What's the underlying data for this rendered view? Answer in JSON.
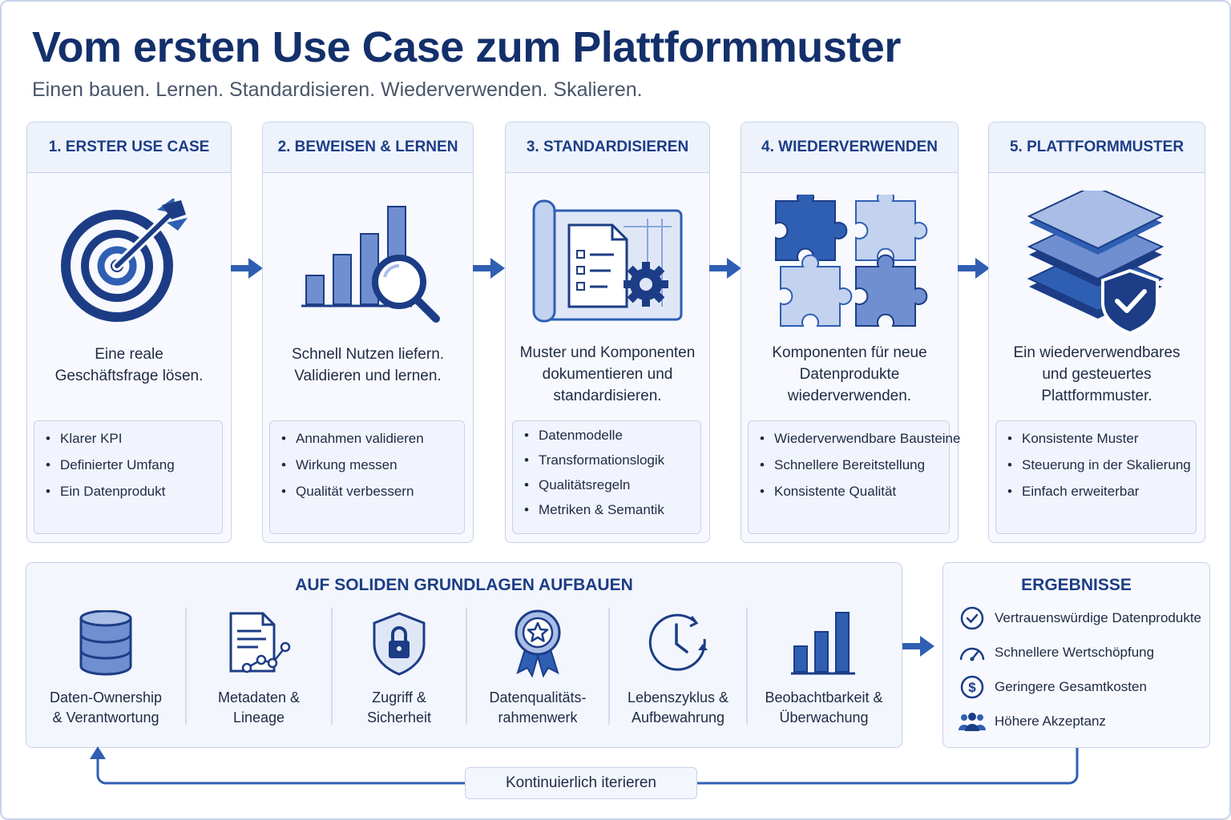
{
  "title": "Vom ersten Use Case zum Plattformmuster",
  "subtitle": "Einen bauen. Lernen. Standardisieren. Wiederverwenden. Skalieren.",
  "colors": {
    "primary": "#1c3d86",
    "accent": "#2f5fb3",
    "light_fill": "#a9bde6",
    "panel": "#f7f9fe",
    "border": "#c6d2ea"
  },
  "stages": [
    {
      "heading": "1. ERSTER USE CASE",
      "icon": "target-arrow-icon",
      "desc": [
        "Eine reale",
        "Geschäftsfrage lösen."
      ],
      "bullets": [
        "Klarer KPI",
        "Definierter Umfang",
        "Ein Datenprodukt"
      ]
    },
    {
      "heading": "2. BEWEISEN & LERNEN",
      "icon": "chart-magnifier-icon",
      "desc": [
        "Schnell Nutzen liefern.",
        "Validieren und lernen."
      ],
      "bullets": [
        "Annahmen validieren",
        "Wirkung messen",
        "Qualität verbessern"
      ]
    },
    {
      "heading": "3. STANDARDISIEREN",
      "icon": "blueprint-document-gear-icon",
      "desc": [
        "Muster und Komponenten",
        "dokumentieren und",
        "standardisieren."
      ],
      "bullets": [
        "Datenmodelle",
        "Transformationslogik",
        "Qualitätsregeln",
        "Metriken & Semantik"
      ]
    },
    {
      "heading": "4. WIEDERVERWENDEN",
      "icon": "puzzle-pieces-icon",
      "desc": [
        "Komponenten für neue",
        "Datenprodukte",
        "wiederverwenden."
      ],
      "bullets": [
        "Wiederverwendbare Bausteine",
        "Schnellere Bereitstellung",
        "Konsistente Qualität"
      ]
    },
    {
      "heading": "5. PLATTFORMMUSTER",
      "icon": "layers-shield-icon",
      "desc": [
        "Ein wiederverwendbares",
        "und gesteuertes",
        "Plattformmuster."
      ],
      "bullets": [
        "Konsistente Muster",
        "Steuerung in der Skalierung",
        "Einfach erweiterbar"
      ]
    }
  ],
  "foundation": {
    "title": "AUF SOLIDEN GRUNDLAGEN AUFBAUEN",
    "items": [
      {
        "icon": "database-icon",
        "label": [
          "Daten-Ownership",
          "& Verantwortung"
        ]
      },
      {
        "icon": "document-lineage-icon",
        "label": [
          "Metadaten &",
          "Lineage"
        ]
      },
      {
        "icon": "shield-lock-icon",
        "label": [
          "Zugriff &",
          "Sicherheit"
        ]
      },
      {
        "icon": "award-ribbon-icon",
        "label": [
          "Datenqualitäts-",
          "rahmenwerk"
        ]
      },
      {
        "icon": "clock-icon",
        "label": [
          "Lebenszyklus &",
          "Aufbewahrung"
        ]
      },
      {
        "icon": "bar-chart-icon",
        "label": [
          "Beobachtbarkeit &",
          "Überwachung"
        ]
      }
    ]
  },
  "results": {
    "title": "ERGEBNISSE",
    "items": [
      {
        "icon": "check-circle-icon",
        "text": "Vertrauenswürdige Datenprodukte"
      },
      {
        "icon": "speedometer-icon",
        "text": "Schnellere Wertschöpfung"
      },
      {
        "icon": "dollar-circle-icon",
        "text": "Geringere Gesamtkosten"
      },
      {
        "icon": "users-icon",
        "text": "Höhere Akzeptanz"
      }
    ]
  },
  "loop_label": "Kontinuierlich iterieren"
}
